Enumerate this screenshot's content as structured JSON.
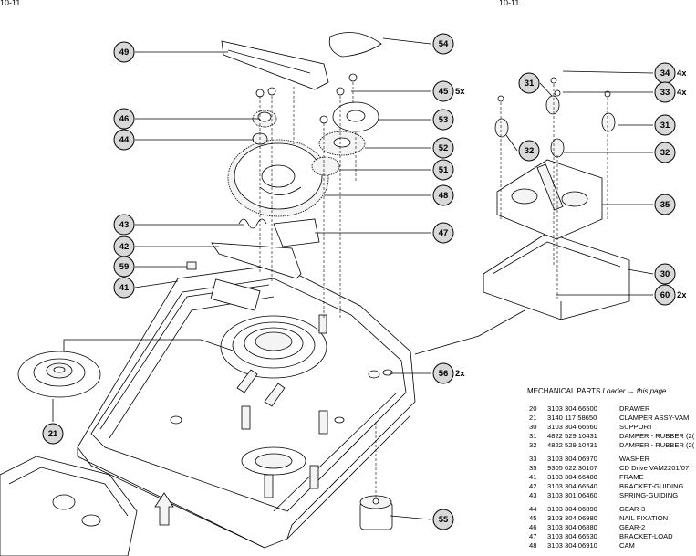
{
  "header": {
    "left": "10-11",
    "right": "10-11"
  },
  "callouts": [
    {
      "id": "c49",
      "label": "49",
      "mult": ""
    },
    {
      "id": "c54",
      "label": "54",
      "mult": ""
    },
    {
      "id": "c34",
      "label": "34",
      "mult": "4x"
    },
    {
      "id": "c33",
      "label": "33",
      "mult": "4x"
    },
    {
      "id": "c31a",
      "label": "31",
      "mult": ""
    },
    {
      "id": "c45",
      "label": "45",
      "mult": "5x"
    },
    {
      "id": "c46",
      "label": "46",
      "mult": ""
    },
    {
      "id": "c53",
      "label": "53",
      "mult": ""
    },
    {
      "id": "c31b",
      "label": "31",
      "mult": ""
    },
    {
      "id": "c44",
      "label": "44",
      "mult": ""
    },
    {
      "id": "c32a",
      "label": "32",
      "mult": ""
    },
    {
      "id": "c52",
      "label": "52",
      "mult": ""
    },
    {
      "id": "c32b",
      "label": "32",
      "mult": ""
    },
    {
      "id": "c51",
      "label": "51",
      "mult": ""
    },
    {
      "id": "c48",
      "label": "48",
      "mult": ""
    },
    {
      "id": "c35",
      "label": "35",
      "mult": ""
    },
    {
      "id": "c43",
      "label": "43",
      "mult": ""
    },
    {
      "id": "c47",
      "label": "47",
      "mult": ""
    },
    {
      "id": "c42",
      "label": "42",
      "mult": ""
    },
    {
      "id": "c59",
      "label": "59",
      "mult": ""
    },
    {
      "id": "c30",
      "label": "30",
      "mult": ""
    },
    {
      "id": "c41",
      "label": "41",
      "mult": ""
    },
    {
      "id": "c60",
      "label": "60",
      "mult": "2x"
    },
    {
      "id": "c56",
      "label": "56",
      "mult": "2x"
    },
    {
      "id": "c21",
      "label": "21",
      "mult": ""
    },
    {
      "id": "c55",
      "label": "55",
      "mult": ""
    }
  ],
  "parts_list": {
    "title": "MECHANICAL PARTS",
    "subtitle": "Loader → this page",
    "groups": [
      [
        {
          "no": "20",
          "code": "3103 304 66500",
          "desc": "DRAWER"
        },
        {
          "no": "21",
          "code": "3140 117 58650",
          "desc": "CLAMPER ASSY-VAM"
        },
        {
          "no": "30",
          "code": "3103 304 66560",
          "desc": "SUPPORT"
        },
        {
          "no": "31",
          "code": "4822 529 10431",
          "desc": "DAMPER - RUBBER (2("
        },
        {
          "no": "32",
          "code": "4822 529 10431",
          "desc": "DAMPER - RUBBER (2("
        }
      ],
      [
        {
          "no": "33",
          "code": "3103 304 06970",
          "desc": "WASHER"
        },
        {
          "no": "35",
          "code": "9305 022 30107",
          "desc": "CD Drive VAM2201/07"
        },
        {
          "no": "41",
          "code": "3103 304 66480",
          "desc": "FRAME"
        },
        {
          "no": "42",
          "code": "3103 304 66540",
          "desc": "BRACKET-GUIDING"
        },
        {
          "no": "43",
          "code": "3103 301 06460",
          "desc": "SPRING-GUIDING"
        }
      ],
      [
        {
          "no": "44",
          "code": "3103 304 06890",
          "desc": "GEAR-3"
        },
        {
          "no": "45",
          "code": "3103 304 06980",
          "desc": "NAIL FIXATION"
        },
        {
          "no": "46",
          "code": "3103 304 06880",
          "desc": "GEAR-2"
        },
        {
          "no": "47",
          "code": "3103 304 66530",
          "desc": "BRACKET-LOAD"
        },
        {
          "no": "48",
          "code": "3103 304 06910",
          "desc": "CAM"
        }
      ]
    ]
  }
}
